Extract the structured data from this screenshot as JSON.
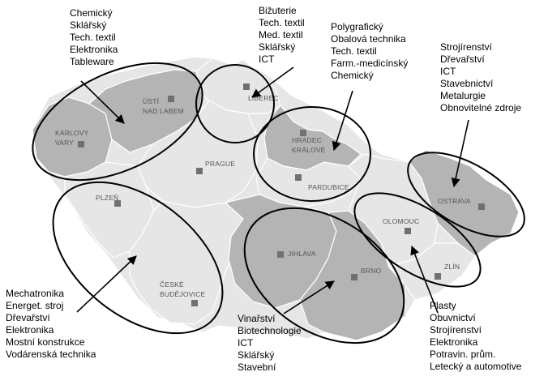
{
  "cities": [
    {
      "id": "karlovy-vary",
      "lines": [
        "KARLOVY",
        "VARY"
      ]
    },
    {
      "id": "usti-nad-labem",
      "lines": [
        "ÚSTÍ",
        "NAD LABEM"
      ]
    },
    {
      "id": "liberec",
      "lines": [
        "LIBEREC"
      ]
    },
    {
      "id": "hradec-kralove",
      "lines": [
        "HRADEC",
        "KRÁLOVÉ"
      ]
    },
    {
      "id": "prague",
      "lines": [
        "PRAGUE"
      ]
    },
    {
      "id": "pardubice",
      "lines": [
        "PARDUBICE"
      ]
    },
    {
      "id": "plzen",
      "lines": [
        "PLZEŇ"
      ]
    },
    {
      "id": "ostrava",
      "lines": [
        "OSTRAVA"
      ]
    },
    {
      "id": "olomouc",
      "lines": [
        "OLOMOUC"
      ]
    },
    {
      "id": "jihlava",
      "lines": [
        "JIHLAVA"
      ]
    },
    {
      "id": "brno",
      "lines": [
        "BRNO"
      ]
    },
    {
      "id": "zlin",
      "lines": [
        "ZLÍN"
      ]
    },
    {
      "id": "ceske-budejovice",
      "lines": [
        "ČESKÉ",
        "BUDĚJOVICE"
      ]
    }
  ],
  "clusters": [
    {
      "id": "northwest",
      "lines": [
        "Chemický",
        "Sklářský",
        "Tech. textil",
        "Elektronika",
        "Tableware"
      ]
    },
    {
      "id": "liberec",
      "lines": [
        "Bižuterie",
        "Tech. textil",
        "Med. textil",
        "Sklářský",
        "ICT"
      ]
    },
    {
      "id": "hradec-pardubice",
      "lines": [
        "Polygrafický",
        "Obalová technika",
        "Tech. textil",
        "Farm.-medicínský",
        "Chemický"
      ]
    },
    {
      "id": "ostrava",
      "lines": [
        "Strojírenství",
        "Dřevařství",
        "ICT",
        "Stavebnictví",
        "Metalurgie",
        "Obnovitelné zdroje"
      ]
    },
    {
      "id": "southwest",
      "lines": [
        "Mechatronika",
        "Energet. stroj",
        "Dřevařství",
        "Elektronika",
        "Mostní konstrukce",
        "Vodárenská technika"
      ]
    },
    {
      "id": "jihlava-brno",
      "lines": [
        "Vinařství",
        "Biotechnologie",
        "ICT",
        "Sklářský",
        "Stavební"
      ]
    },
    {
      "id": "olomouc-zlin",
      "lines": [
        "Plasty",
        "Obuvnictví",
        "Strojírenství",
        "Elektronika",
        "Potravin. prům.",
        "Letecký a automotive"
      ]
    }
  ],
  "colors": {
    "light_region": "#e6e6e6",
    "dark_region": "#b4b4b4",
    "marker": "#707070",
    "label": "#555555"
  }
}
